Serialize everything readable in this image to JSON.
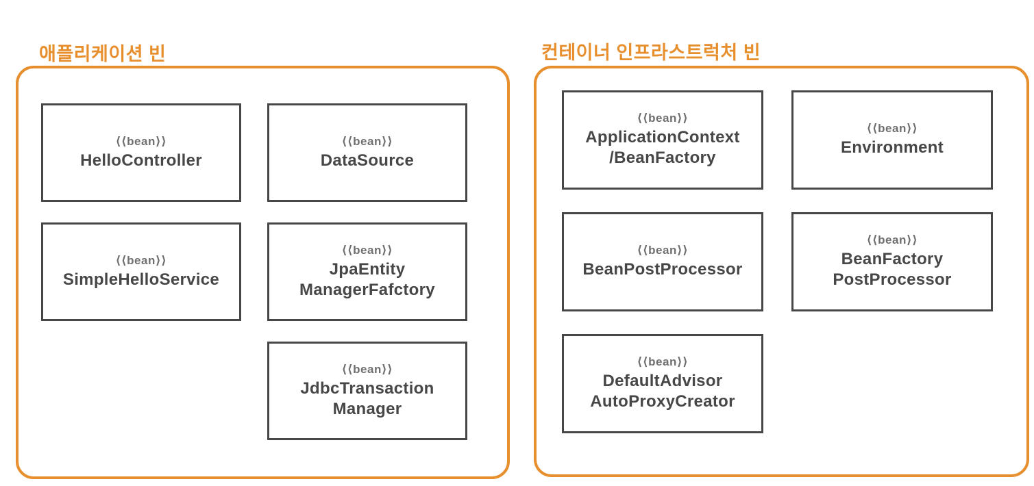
{
  "colors": {
    "accent_orange": "#E78E2D",
    "box_border": "#474747",
    "bean_name_text": "#474747",
    "stereotype_text": "#6F6F6F",
    "background": "#FFFFFF"
  },
  "groups": {
    "application": {
      "title": "애플리케이션 빈",
      "beans": [
        {
          "stereotype": "⟨⟨bean⟩⟩",
          "name": "HelloController"
        },
        {
          "stereotype": "⟨⟨bean⟩⟩",
          "name": "DataSource"
        },
        {
          "stereotype": "⟨⟨bean⟩⟩",
          "name": "SimpleHelloService"
        },
        {
          "stereotype": "⟨⟨bean⟩⟩",
          "name": "JpaEntity\nManagerFafctory"
        },
        {
          "stereotype": "⟨⟨bean⟩⟩",
          "name": "JdbcTransaction\nManager"
        }
      ]
    },
    "infrastructure": {
      "title": "컨테이너 인프라스트럭처 빈",
      "beans": [
        {
          "stereotype": "⟨⟨bean⟩⟩",
          "name": "ApplicationContext\n/BeanFactory"
        },
        {
          "stereotype": "⟨⟨bean⟩⟩",
          "name": "Environment"
        },
        {
          "stereotype": "⟨⟨bean⟩⟩",
          "name": "BeanPostProcessor"
        },
        {
          "stereotype": "⟨⟨bean⟩⟩",
          "name": "BeanFactory\nPostProcessor"
        },
        {
          "stereotype": "⟨⟨bean⟩⟩",
          "name": "DefaultAdvisor\nAutoProxyCreator"
        }
      ]
    }
  }
}
